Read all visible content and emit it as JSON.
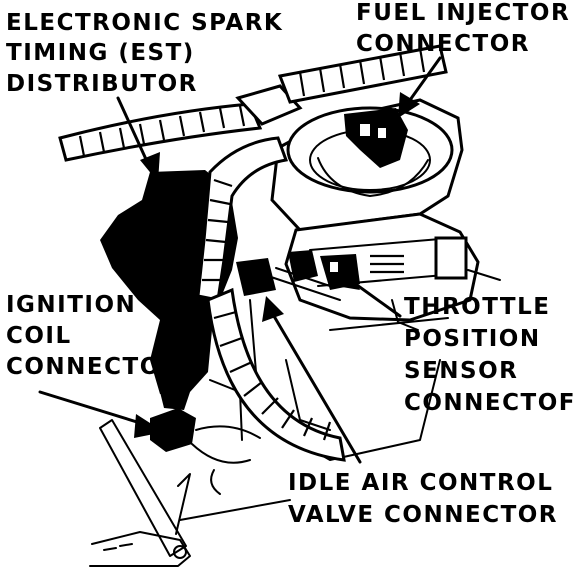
{
  "labels": {
    "est_distributor": [
      "ELECTRONIC SPARK",
      "TIMING (EST)",
      "DISTRIBUTOR"
    ],
    "fuel_injector": [
      "FUEL INJECTOR",
      "CONNECTOR"
    ],
    "ignition_coil": [
      "IGNITION",
      "COIL",
      "CONNECTOR"
    ],
    "throttle_position": [
      "THROTTLE",
      "POSITION",
      "SENSOR",
      "CONNECTOF"
    ],
    "idle_air_control": [
      "IDLE AIR CONTROL",
      "VALVE CONNECTOR"
    ]
  },
  "colors": {
    "ink": "#000000",
    "paper": "#ffffff"
  }
}
